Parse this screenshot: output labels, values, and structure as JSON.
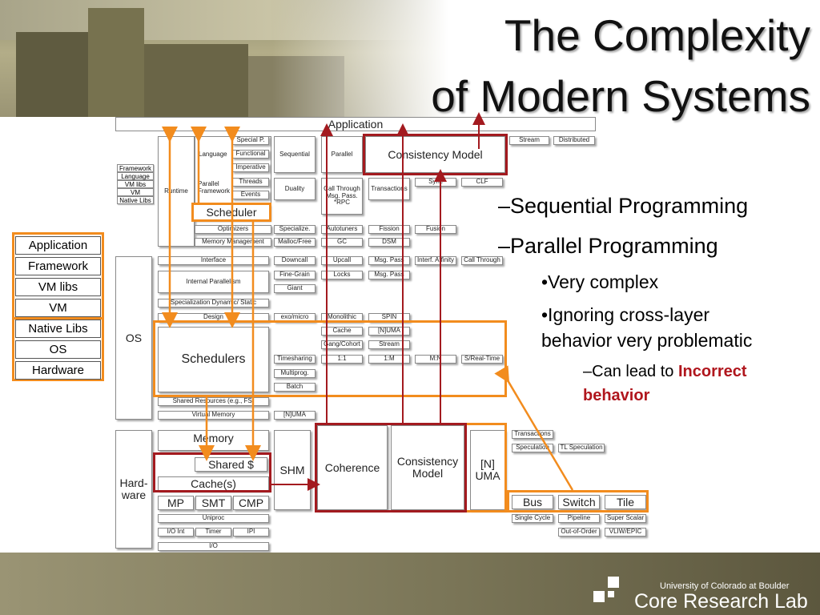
{
  "title": {
    "line1": "The Complexity",
    "line2": "of Modern Systems"
  },
  "colors": {
    "accent_orange": "#f28c1e",
    "accent_red": "#a31a1f",
    "incorrect_red": "#b0161d",
    "footer_olive": "#7a7557"
  },
  "diagram": {
    "application": "Application",
    "stream": "Stream",
    "distributed": "Distributed",
    "runtime": "Runtime",
    "language": "Language",
    "special_p": "Special P.",
    "functional": "Functional",
    "imperative": "Imperative",
    "parallel_framework": "Parallel Framework",
    "threads": "Threads",
    "events": "Events",
    "sequential": "Sequential",
    "parallel": "Parallel",
    "duality": "Duality",
    "call_through_msg": "Call Through Msg. Pass. *RPC",
    "transactions": "Transactions",
    "consistency_model": "Consistency Model",
    "sync": "Sync",
    "clf": "CLF",
    "scheduler": "Scheduler",
    "optimizers": "Optimizers",
    "specialize": "Specialize.",
    "autotuners": "Autotuners",
    "fission": "Fission",
    "fusion": "Fusion",
    "memory_management": "Memory Management",
    "malloc_free": "Malloc/Free",
    "gc": "GC",
    "dsm": "DSM",
    "framework_list": [
      "Framework",
      "Language",
      "VM libs",
      "VM",
      "Native Libs"
    ],
    "os": "OS",
    "interface": "Interface",
    "downcall": "Downcall",
    "upcall": "Upcall",
    "msg_pass": "Msg. Pass",
    "interf_affinity": "Interf. Affinity",
    "call_through": "Call Through",
    "internal_parallelism": "Internal Parallelism",
    "fine_grain": "Fine-Grain",
    "locks": "Locks",
    "msg_pass2": "Msg. Pass",
    "giant": "Giant",
    "specialization_dynamic_static": "Specialization Dynamic/ Static",
    "design": "Design",
    "exo_micro": "exo/micro",
    "monolithic": "Monolithic",
    "spin": "SPIN",
    "cache": "Cache",
    "n_uma": "[N]UMA",
    "gang_cohort": "Gang/Cohort",
    "stream2": "Stream",
    "schedulers": "Schedulers",
    "timesharing": "Timesharing",
    "one_one": "1:1",
    "one_m": "1:M",
    "m_n": "M:N",
    "s_realtime": "S/Real-Time",
    "multiprog": "Multiprog.",
    "batch": "Batch",
    "shared_resources": "Shared Resources (e.g., FS)",
    "virtual_memory": "Virtual Memory",
    "n_uma2": "[N]UMA",
    "hardware": "Hard- ware",
    "memory": "Memory",
    "shared_cache": "Shared $",
    "caches": "Cache(s)",
    "mp": "MP",
    "smt": "SMT",
    "cmp": "CMP",
    "uniproc": "Uniproc",
    "io_int": "I/O Int",
    "timer": "Timer",
    "ipi": "IPI",
    "io": "I/O",
    "shm": "SHM",
    "coherence": "Coherence",
    "consistency_model2": "Consistency Model",
    "n_uma_hw": "[N] UMA",
    "hw_transactions": "Transactions",
    "speculation": "Speculation",
    "tl_speculation": "TL Speculation",
    "bus": "Bus",
    "switch": "Switch",
    "tile": "Tile",
    "single_cycle": "Single Cycle",
    "pipeline": "Pipeline",
    "super_scalar": "Super Scalar",
    "out_of_order": "Out-of-Order",
    "vliw_epic": "VLIW/EPIC"
  },
  "stack": [
    "Application",
    "Framework",
    "VM libs",
    "VM",
    "Native Libs",
    "OS",
    "Hardware"
  ],
  "bullets": {
    "b1": "–Sequential Programming",
    "b2": "–Parallel Programming",
    "b3": "•Very complex",
    "b4_line1": "•Ignoring cross-layer",
    "b4_line2": "behavior very problematic",
    "b5_prefix": "–Can lead to ",
    "b5_red1": "Incorrect",
    "b5_red2": "behavior"
  },
  "footer": {
    "university": "University of Colorado at Boulder",
    "lab": "Core Research Lab"
  }
}
